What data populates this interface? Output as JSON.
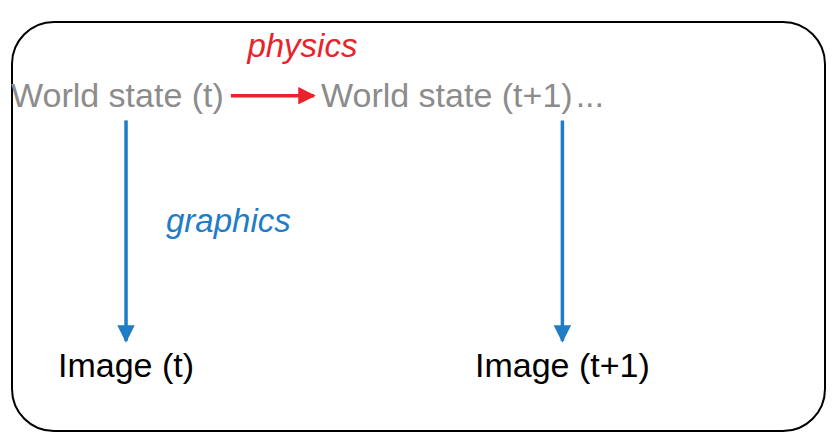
{
  "diagram": {
    "nodes": [
      {
        "text": [
          "World state (t)"
        ]
      },
      {
        "text": [
          "World state (t+1)"
        ]
      },
      {
        "text": [
          "Image (t)"
        ]
      },
      {
        "text": [
          "Image (t+1)"
        ]
      }
    ],
    "edges": [
      {
        "from": 0,
        "to": 1,
        "arrow": "to",
        "label": "physics"
      },
      {
        "from": 0,
        "to": 2,
        "arrow": "to",
        "label": "graphics"
      },
      {
        "from": 1,
        "to": 3,
        "arrow": "to"
      }
    ],
    "labels": [
      "..."
    ]
  }
}
